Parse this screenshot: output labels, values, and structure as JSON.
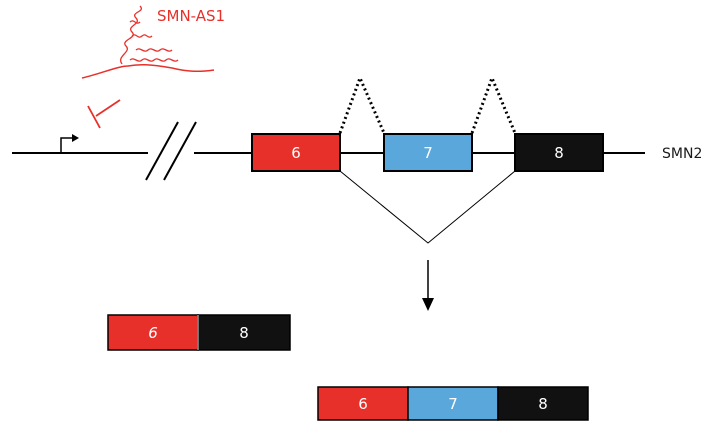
{
  "labels": {
    "antisense": "SMN-AS1",
    "gene": "SMN2"
  },
  "exons": {
    "e6": "6",
    "e7": "7",
    "e8": "8"
  },
  "products": {
    "skipped": {
      "first": "6",
      "second": "8"
    },
    "included": {
      "first": "6",
      "second": "7",
      "third": "8"
    }
  },
  "colors": {
    "exon6": "#e8302a",
    "exon7": "#5aa7dc",
    "exon8": "#111111",
    "antisense": "#e8302a",
    "line": "#000000"
  }
}
